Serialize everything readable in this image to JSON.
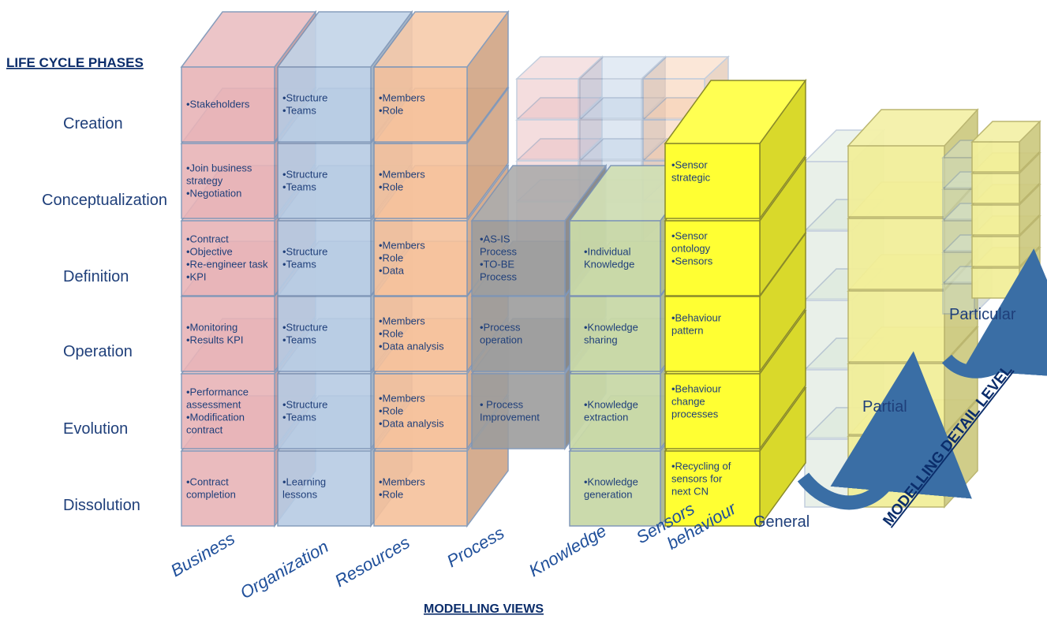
{
  "headers": {
    "lifecycle": "LIFE CYCLE PHASES",
    "views": "MODELLING VIEWS",
    "detail": "MODELLING DETAIL LEVEL"
  },
  "phases": [
    "Creation",
    "Conceptualization",
    "Definition",
    "Operation",
    "Evolution",
    "Dissolution"
  ],
  "views": [
    "Business",
    "Organization",
    "Resources",
    "Process",
    "Knowledge",
    [
      "Sensors",
      "behaviour"
    ]
  ],
  "detail_levels": [
    "General",
    "Partial",
    "Particular"
  ],
  "cells": {
    "business": [
      [
        "•Stakeholders"
      ],
      [
        "•Join business",
        "strategy",
        "•Negotiation"
      ],
      [
        "•Contract",
        "•Objective",
        "•Re-engineer task",
        "•KPI"
      ],
      [
        "•Monitoring",
        "•Results KPI"
      ],
      [
        "•Performance",
        "assessment",
        "•Modification",
        "contract"
      ],
      [
        "•Contract",
        "completion"
      ]
    ],
    "organization": [
      [
        "•Structure",
        "•Teams"
      ],
      [
        "•Structure",
        "•Teams"
      ],
      [
        "•Structure",
        "•Teams"
      ],
      [
        "•Structure",
        "•Teams"
      ],
      [
        "•Structure",
        "•Teams"
      ],
      [
        "•Learning",
        "lessons"
      ]
    ],
    "resources": [
      [
        "•Members",
        "•Role"
      ],
      [
        "•Members",
        "•Role"
      ],
      [
        "•Members",
        "•Role",
        "•Data"
      ],
      [
        "•Members",
        "•Role",
        "•Data analysis"
      ],
      [
        "•Members",
        "•Role",
        "•Data analysis"
      ],
      [
        "•Members",
        "•Role"
      ]
    ],
    "process": [
      [
        "•AS-IS",
        "Process",
        "•TO-BE",
        "Process"
      ],
      [
        "•Process",
        "operation"
      ],
      [
        "• Process",
        "Improvement"
      ]
    ],
    "knowledge": [
      [
        "•Individual",
        "Knowledge"
      ],
      [
        "•Knowledge",
        "sharing"
      ],
      [
        "•Knowledge",
        "extraction"
      ],
      [
        "•Knowledge",
        "generation"
      ]
    ],
    "sensors": [
      [
        "•Sensor",
        "strategic"
      ],
      [
        "•Sensor",
        "ontology",
        "•Sensors"
      ],
      [
        "•Behaviour",
        "pattern"
      ],
      [
        "•Behaviour",
        "change",
        "processes"
      ],
      [
        "•Recycling of",
        "sensors  for",
        "next CN"
      ]
    ]
  },
  "colors": {
    "business": "#e8b4b8",
    "organization": "#b8cce4",
    "resources": "#f6c29c",
    "process": "#9d9d9d",
    "knowledge": "#c9d9a8",
    "sensors": "#ffff33",
    "detail": "#f2ef9a",
    "edge": "#7b93b5",
    "arrow": "#3a6ea5",
    "text": "#1f3f7a"
  }
}
